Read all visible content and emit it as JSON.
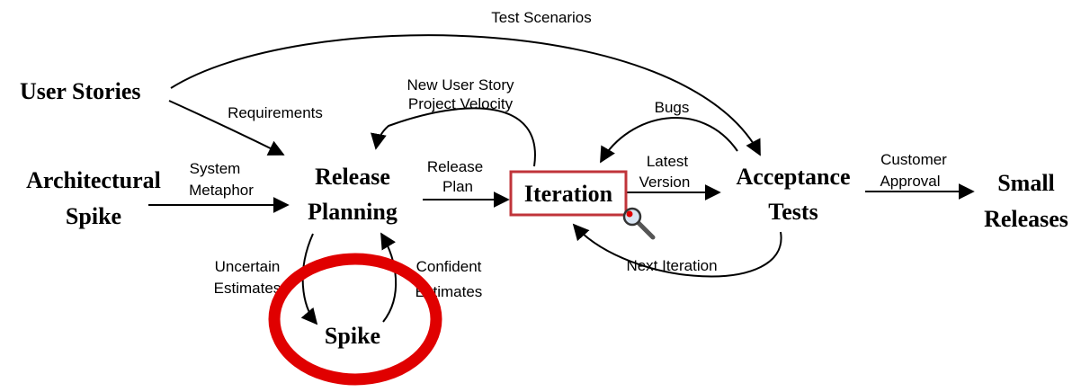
{
  "nodes": {
    "user_stories": "User Stories",
    "architectural_spike": [
      "Architectural",
      "Spike"
    ],
    "release_planning": [
      "Release",
      "Planning"
    ],
    "iteration": "Iteration",
    "acceptance_tests": [
      "Acceptance",
      "Tests"
    ],
    "small_releases": [
      "Small",
      "Releases"
    ],
    "spike": "Spike"
  },
  "edge_labels": {
    "test_scenarios": "Test Scenarios",
    "requirements": "Requirements",
    "new_user_story": [
      "New User Story",
      "Project Velocity"
    ],
    "system_metaphor": [
      "System",
      "Metaphor"
    ],
    "release_plan": [
      "Release",
      "Plan"
    ],
    "bugs": "Bugs",
    "latest_version": [
      "Latest",
      "Version"
    ],
    "customer_approval": [
      "Customer",
      "Approval"
    ],
    "next_iteration": "Next Iteration",
    "uncertain_estimates": [
      "Uncertain",
      "Estimates"
    ],
    "confident_estimates": [
      "Confident",
      "Estimates"
    ]
  },
  "colors": {
    "highlight": "#e00000",
    "iteration_box": "#c0343a",
    "ink": "#000000"
  },
  "icons": {
    "magnifier": "magnifier-icon"
  }
}
